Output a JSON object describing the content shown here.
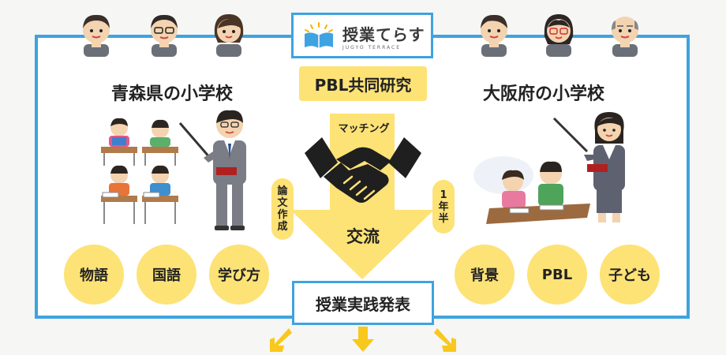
{
  "logo": {
    "title": "授業てらす",
    "subtitle": "JUGYO TERRACE"
  },
  "left": {
    "heading": "青森県の小学校",
    "topics": [
      "物語",
      "国語",
      "学び方"
    ]
  },
  "right": {
    "heading": "大阪府の小学校",
    "topics": [
      "背景",
      "PBL",
      "子ども"
    ]
  },
  "center": {
    "title": "PBL共同研究",
    "matching": "マッチング",
    "thesis": [
      "論",
      "文",
      "作",
      "成"
    ],
    "duration": [
      "1",
      "年",
      "半"
    ],
    "exchange": "交流"
  },
  "result": "授業実践発表",
  "colors": {
    "accent_blue": "#3ea3e0",
    "accent_yellow": "#fde276"
  }
}
